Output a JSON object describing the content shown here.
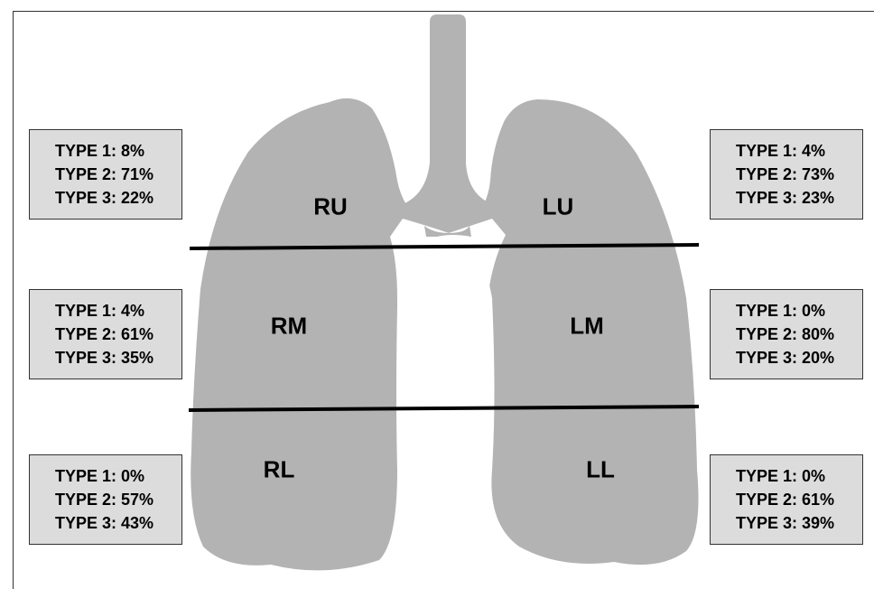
{
  "zones": {
    "ru": "RU",
    "lu": "LU",
    "rm": "RM",
    "lm": "LM",
    "rl": "RL",
    "ll": "LL"
  },
  "boxes": {
    "right_upper": [
      "TYPE 1: 8%",
      "TYPE 2: 71%",
      "TYPE 3: 22%"
    ],
    "right_middle": [
      "TYPE 1: 4%",
      "TYPE 2: 61%",
      "TYPE 3: 35%"
    ],
    "right_lower": [
      "TYPE 1: 0%",
      "TYPE 2: 57%",
      "TYPE 3: 43%"
    ],
    "left_upper": [
      "TYPE 1: 4%",
      "TYPE 2: 73%",
      "TYPE 3: 23%"
    ],
    "left_middle": [
      "TYPE 1: 0%",
      "TYPE 2: 80%",
      "TYPE 3: 20%"
    ],
    "left_lower": [
      "TYPE 1: 0%",
      "TYPE 2: 61%",
      "TYPE 3: 39%"
    ]
  },
  "colors": {
    "lung_fill": "#b3b3b3",
    "box_fill": "#dcdcdc",
    "divider": "#000000"
  }
}
